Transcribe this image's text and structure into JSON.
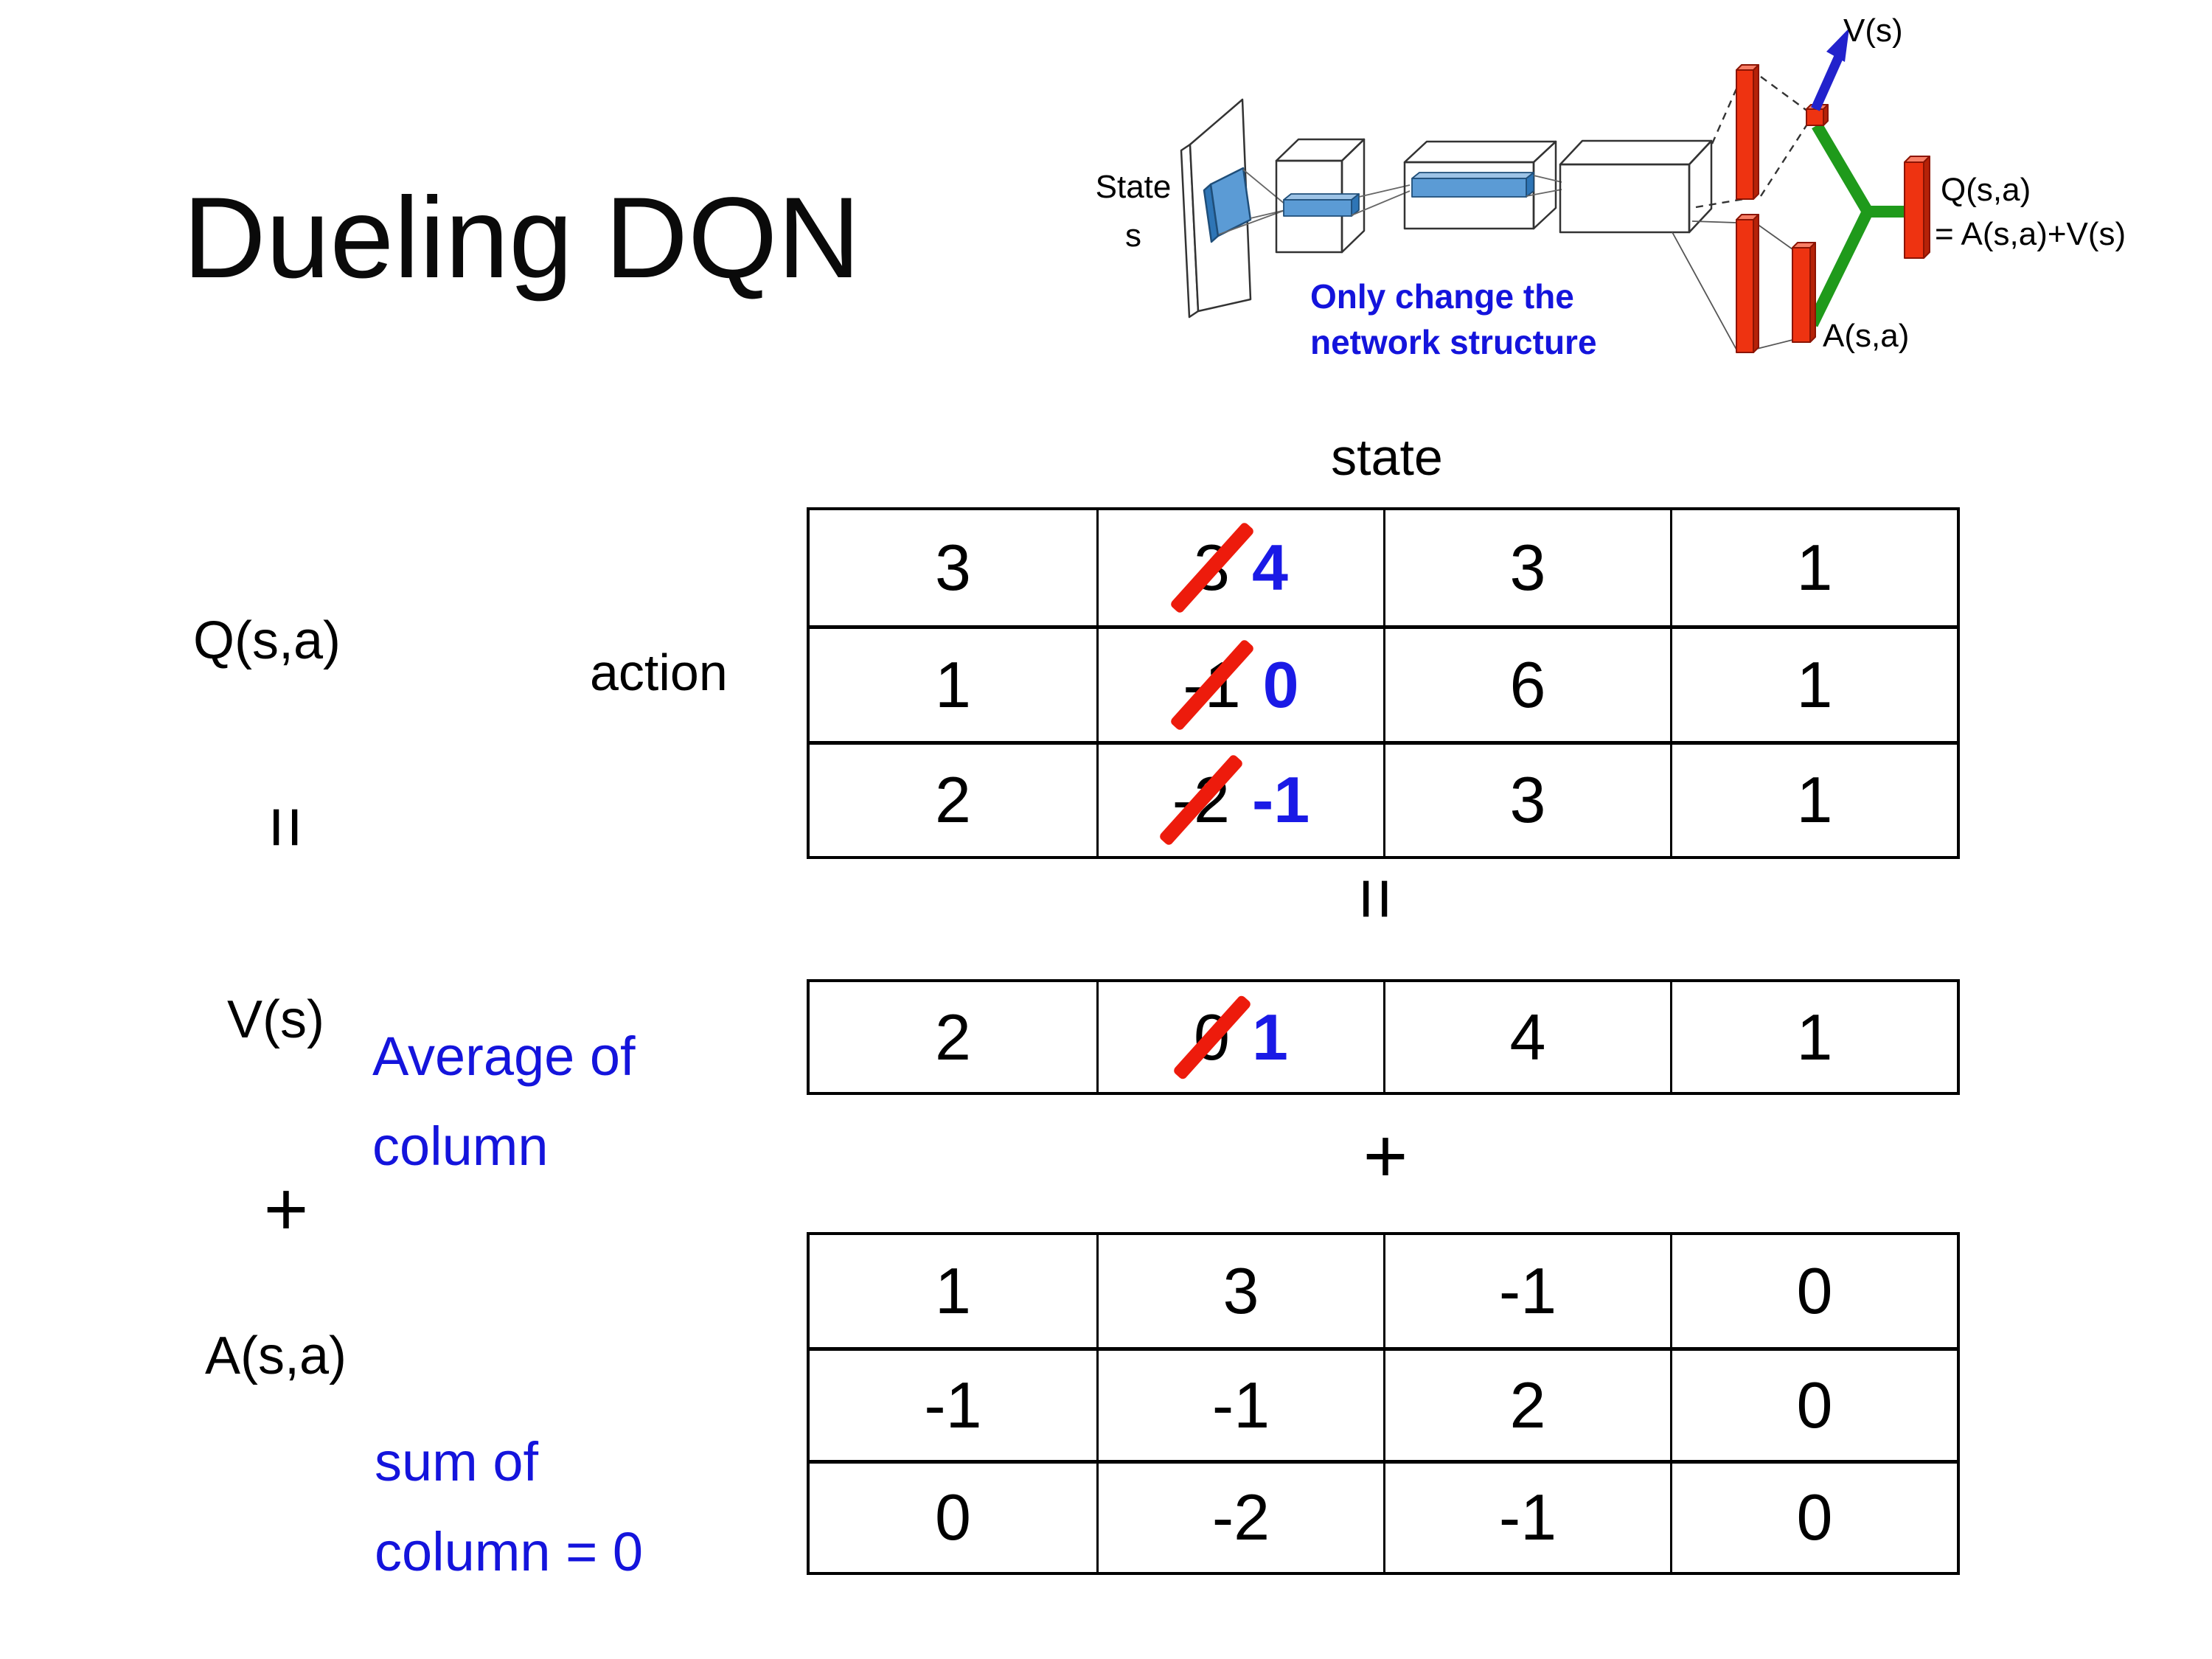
{
  "title": "Dueling DQN",
  "colors": {
    "text_blue": "#1414DC",
    "number_blue": "#1A1AE6",
    "slash_red": "#ED1B0C",
    "bar_red": "#EE3311",
    "link_green": "#1F9A1B",
    "arrow_blue": "#2222CC",
    "filter_blue": "#5B9BD5"
  },
  "diagram": {
    "state_label_line1": "State",
    "state_label_line2": "s",
    "note_line1": "Only change the",
    "note_line2": "network structure",
    "v_output_label": "V(s)",
    "a_output_label": "A(s,a)",
    "q_output_label_line1": "Q(s,a)",
    "q_output_label_line2": "= A(s,a)+V(s)"
  },
  "equation": {
    "q_label": "Q(s,a)",
    "v_label": "V(s)",
    "a_label": "A(s,a)",
    "equals_rotated": "=",
    "between_equals": "=",
    "plus": "+",
    "between_plus": "+",
    "avg_note_line1": "Average of",
    "avg_note_line2": "column",
    "sum_note_line1": "sum of",
    "sum_note_line2": "column = 0"
  },
  "axes": {
    "state": "state",
    "action": "action"
  },
  "tables": {
    "q": {
      "name": "Q(s,a)",
      "rows": [
        {
          "c0": "3",
          "old": "3",
          "new": "4",
          "c2": "3",
          "c3": "1"
        },
        {
          "c0": "1",
          "old": "-1",
          "new": "0",
          "c2": "6",
          "c3": "1"
        },
        {
          "c0": "2",
          "old": "-2",
          "new": "-1",
          "c2": "3",
          "c3": "1"
        }
      ]
    },
    "v": {
      "name": "V(s)",
      "row": {
        "c0": "2",
        "old": "0",
        "new": "1",
        "c2": "4",
        "c3": "1"
      }
    },
    "a": {
      "name": "A(s,a)",
      "rows": [
        {
          "c0": "1",
          "c1": "3",
          "c2": "-1",
          "c3": "0"
        },
        {
          "c0": "-1",
          "c1": "-1",
          "c2": "2",
          "c3": "0"
        },
        {
          "c0": "0",
          "c1": "-2",
          "c2": "-1",
          "c3": "0"
        }
      ]
    }
  }
}
